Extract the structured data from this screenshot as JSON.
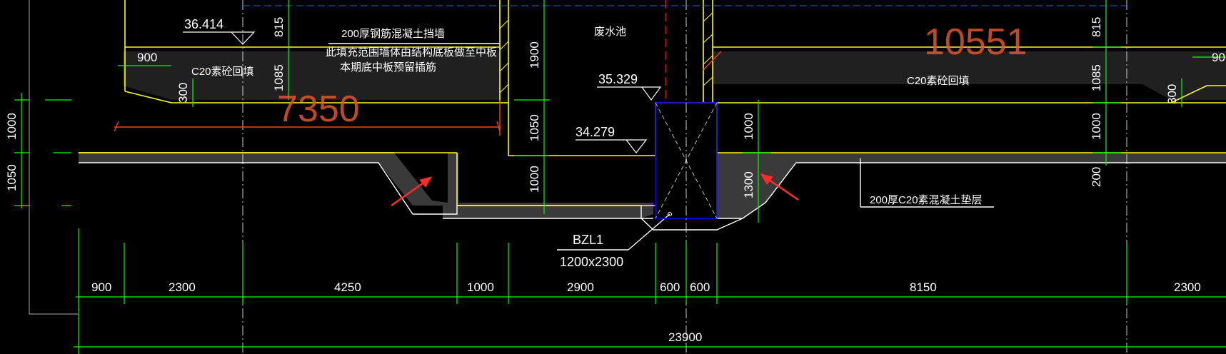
{
  "drawing": {
    "background": "#000000",
    "colors": {
      "structure": "#ffff00",
      "dimension": "#00ff00",
      "concrete_edge": "#ffffff",
      "accent": "#ff0000",
      "grid_axis": "#ffffff",
      "column": "#0000ff",
      "annotation_arrow": "#ff2a2a",
      "big_text": "#e2562b"
    }
  },
  "labels": {
    "elev_left": "36.414",
    "elev_mid": "35.329",
    "elev_low": "34.279",
    "note_wall": "200厚钢筋混凝土挡墙",
    "note_fill_1": "此填充范围墙体由结构底板做至中板",
    "note_fill_2": "本期底中板预留插筋",
    "pool": "废水池",
    "fill_left": "C20素砼回填",
    "fill_right": "C20素砼回填",
    "cushion": "200厚C20素混凝土垫层",
    "beam_code": "BZL1",
    "beam_size": "1200x2300",
    "big_left": "7350",
    "big_right": "10551"
  },
  "dims_vertical": {
    "left_1000": "1000",
    "left_1050": "1050",
    "d815_left": "815",
    "d1085_left": "1085",
    "d300_left": "300",
    "d1900": "1900",
    "d1050_mid": "1050",
    "d1000_mid": "1000",
    "d1000_pit": "1000",
    "d1300_pit": "1300",
    "d815_right": "815",
    "d1085_right": "1085",
    "d1000_right": "1000",
    "d200_right": "200",
    "d300_right": "300"
  },
  "dims_top": {
    "d900_left": "900",
    "d90_right": "90"
  },
  "dims_bottom": [
    "900",
    "2300",
    "4250",
    "1000",
    "2900",
    "600",
    "600",
    "8150",
    "2300"
  ],
  "dims_total": "23900"
}
